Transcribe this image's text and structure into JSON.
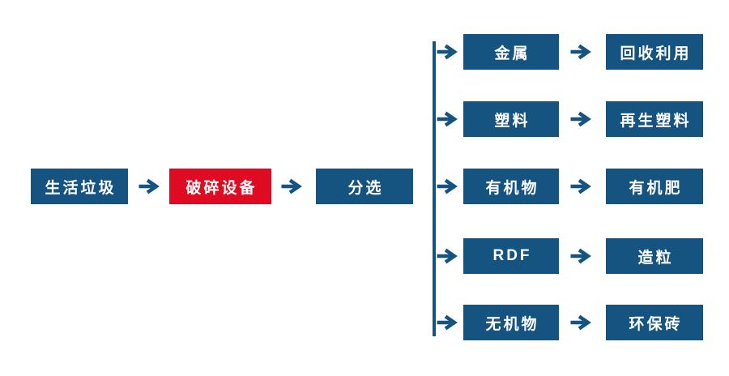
{
  "colors": {
    "primary_blue": "#155380",
    "accent_red": "#DE0B23",
    "text_white": "#ffffff"
  },
  "main_flow": {
    "nodes": [
      {
        "label": "生活垃圾",
        "style": "blue"
      },
      {
        "label": "破碎设备",
        "style": "red"
      },
      {
        "label": "分选",
        "style": "blue"
      }
    ]
  },
  "branches": [
    {
      "source": "金属",
      "result": "回收利用"
    },
    {
      "source": "塑料",
      "result": "再生塑料"
    },
    {
      "source": "有机物",
      "result": "有机肥"
    },
    {
      "source": "RDF",
      "result": "造粒"
    },
    {
      "source": "无机物",
      "result": "环保砖"
    }
  ]
}
